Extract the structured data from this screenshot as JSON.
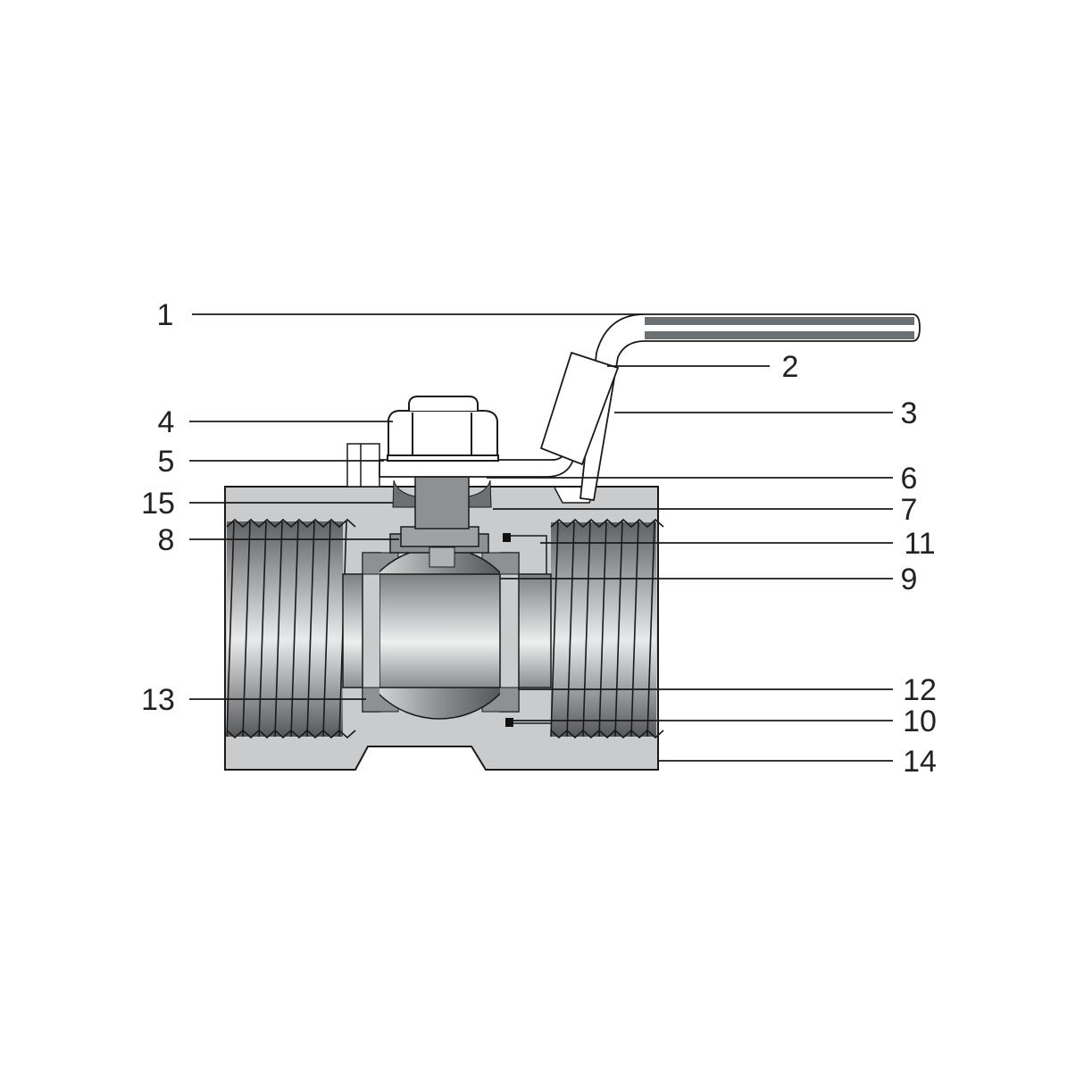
{
  "diagram": {
    "type": "ball valve cross-section with numbered part callouts",
    "callouts": [
      "1",
      "2",
      "3",
      "4",
      "5",
      "6",
      "7",
      "15",
      "8",
      "11",
      "9",
      "13",
      "12",
      "10",
      "14"
    ],
    "colors": {
      "body": "#c9cbcd",
      "dark_part": "#8e9194",
      "outline": "#1a1a1a",
      "thread": "#6d7073"
    }
  }
}
